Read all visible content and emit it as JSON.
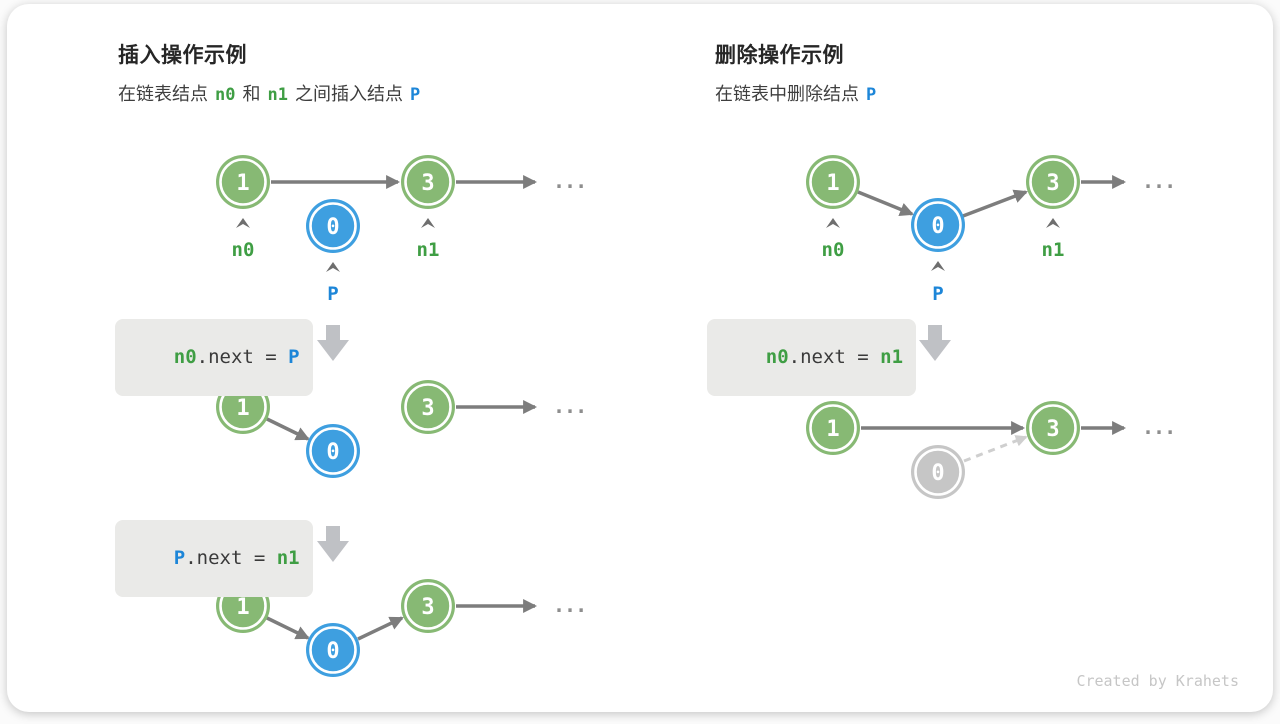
{
  "values": {
    "v1": "1",
    "v0": "0",
    "v3": "3"
  },
  "labels": {
    "n0": "n0",
    "n1": "n1",
    "p": "P",
    "ellipsis": "..."
  },
  "insert_panel": {
    "title": "插入操作示例",
    "subtitle": {
      "t1": "在链表结点",
      "n0": "n0",
      "t2": "和",
      "n1": "n1",
      "t3": "之间插入结点",
      "p": "P"
    },
    "code1": {
      "lhs": "n0",
      "mid": ".next = ",
      "rhs": "P"
    },
    "code2": {
      "lhs": "P",
      "mid": ".next = ",
      "rhs": "n1"
    }
  },
  "delete_panel": {
    "title": "删除操作示例",
    "subtitle": {
      "t1": "在链表中删除结点",
      "p": "P"
    },
    "code1": {
      "lhs": "n0",
      "mid": ".next = ",
      "rhs": "n1"
    }
  },
  "footer": {
    "credit": "Created by Krahets"
  },
  "colors": {
    "node_green": "#87b974",
    "node_blue": "#3e9fe0",
    "node_gray": "#c6c6c6",
    "label_green": "#3f9e44",
    "label_blue": "#1d86d8",
    "arrow_gray": "#7d7d7d",
    "dashed_gray": "#cfcfcf",
    "code_bg": "#eaeae8",
    "code_text": "#3a3a3a",
    "block_arrow": "#bfc1c5",
    "footer_text": "#c6c6c6"
  }
}
